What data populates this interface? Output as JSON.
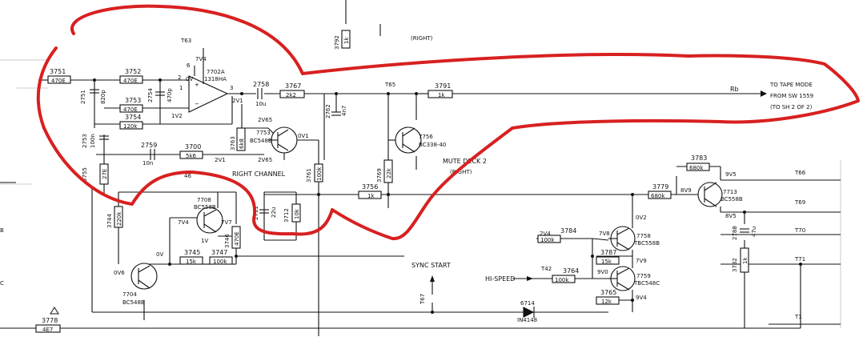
{
  "signals": {
    "right_top": "(RIGHT)",
    "right_channel": "RIGHT CHANNEL",
    "mute_deck": "MUTE DECK 2",
    "mute_deck_sub": "(RIGHT)",
    "sync_start": "SYNC START",
    "hi_speed": "HI-SPEED",
    "rb": "Rb",
    "to_tape_1": "TO TAPE MODE",
    "to_tape_2": "FROM SW 1559",
    "to_tape_3": "(TO SH 2 OF 2)"
  },
  "ic": {
    "ref": "7702A",
    "part": "1318HA"
  },
  "resistors": [
    {
      "ref": "3751",
      "value": "470E"
    },
    {
      "ref": "3752",
      "value": "470E"
    },
    {
      "ref": "3753",
      "value": "470E"
    },
    {
      "ref": "3754",
      "value": "120k"
    },
    {
      "ref": "3700",
      "value": "5k6"
    },
    {
      "ref": "3767",
      "value": "2k2"
    },
    {
      "ref": "3763",
      "value": "6k8"
    },
    {
      "ref": "3761",
      "value": "100k"
    },
    {
      "ref": "3712",
      "value": "10k"
    },
    {
      "ref": "3791",
      "value": "1k"
    },
    {
      "ref": "3792",
      "value": "1k"
    },
    {
      "ref": "3756",
      "value": "1k"
    },
    {
      "ref": "3769",
      "value": "22k"
    },
    {
      "ref": "3744",
      "value": "220k"
    },
    {
      "ref": "3745",
      "value": "15k"
    },
    {
      "ref": "3747",
      "value": "100k"
    },
    {
      "ref": "3746",
      "value": "470E"
    },
    {
      "ref": "3755",
      "value": "27E"
    },
    {
      "ref": "3779",
      "value": "680k"
    },
    {
      "ref": "3783",
      "value": "680k"
    },
    {
      "ref": "3784",
      "value": "100k"
    },
    {
      "ref": "3787",
      "value": "15k"
    },
    {
      "ref": "3764",
      "value": "100k"
    },
    {
      "ref": "3765",
      "value": "12k"
    },
    {
      "ref": "3782",
      "value": "1k"
    },
    {
      "ref": "3778",
      "value": "4E7"
    }
  ],
  "capacitors": [
    {
      "ref": "2751",
      "value": "820p"
    },
    {
      "ref": "2754",
      "value": "470p"
    },
    {
      "ref": "2758",
      "value": "10u"
    },
    {
      "ref": "2759",
      "value": "10n"
    },
    {
      "ref": "2753",
      "value": "100n"
    },
    {
      "ref": "2762",
      "value": "4n7"
    },
    {
      "ref": "2711",
      "value": "22u"
    },
    {
      "ref": "2788",
      "value": "47u"
    }
  ],
  "transistors": [
    {
      "ref": "7753",
      "part": "BC548B"
    },
    {
      "ref": "7756",
      "part": "BC338-40"
    },
    {
      "ref": "7708",
      "part": "BC558B"
    },
    {
      "ref": "7704",
      "part": "BC548B"
    },
    {
      "ref": "7713",
      "part": "BC558B"
    },
    {
      "ref": "7758",
      "part": "TBC558B"
    },
    {
      "ref": "7759",
      "part": "TBC548C"
    }
  ],
  "diode": {
    "ref": "6714",
    "part": "IN4148"
  },
  "nodes": {
    "tp_t63": "T63",
    "tp_t65": "T65",
    "tp_t66": "T66",
    "tp_t69": "T69",
    "tp_t70": "T70",
    "tp_t71": "T71",
    "tp_t1": "T1",
    "tp_t42": "T42",
    "tp_t67": "T67",
    "n_7v4": "7V4",
    "n_0v": "0V",
    "n_1v2": "1V2",
    "n_2v1": "2V1",
    "n_2v65a": "2V65",
    "n_2v65b": "2V65",
    "n_0v1": "0V1",
    "n_2v1b": "2V1",
    "n_7v4b": "7V4",
    "n_7v7": "7V7",
    "n_1v": "1V",
    "n_0v6": "0V6",
    "n_0v_b": "0V",
    "n_9v5a": "9V5",
    "n_9v5b": "8V5",
    "n_8v9": "8V9",
    "n_0v2": "0V2",
    "n_7v8": "7V8",
    "n_7v9": "7V9",
    "n_9v0": "9V0",
    "n_9v4": "9V4",
    "n_2v4": "2V4",
    "n_46": "46",
    "pin_6": "6",
    "pin_2": "2",
    "pin_3": "3",
    "pin_1": "1",
    "edge_b": "B",
    "edge_c": "C"
  },
  "annotation": {
    "color": "#d82020"
  }
}
